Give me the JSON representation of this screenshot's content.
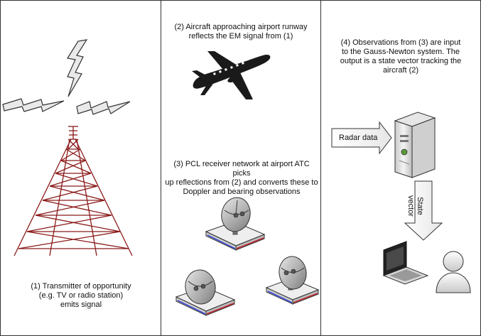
{
  "panel1": {
    "caption": [
      "(1) Transmitter of opportunity",
      "(e.g. TV or radio station)",
      "emits signal"
    ]
  },
  "panel2": {
    "top_caption": [
      "(2) Aircraft approaching airport runway",
      "reflects the EM signal from (1)"
    ],
    "bottom_caption": [
      "(3) PCL receiver network at airport ATC picks",
      "up reflections from (2) and converts these to",
      "Doppler and bearing observations"
    ]
  },
  "panel3": {
    "caption": [
      "(4) Observations from (3) are input",
      "to the Gauss-Newton system. The",
      "output is a state vector tracking the",
      "aircraft (2)"
    ],
    "radar_arrow_label": "Radar data",
    "state_arrow_label": [
      "State",
      "vector"
    ]
  },
  "colors": {
    "tower": "#8b1a1a",
    "dish_blue": "#2a3bd6",
    "dish_red": "#c0202a",
    "border": "#333333"
  },
  "icons": [
    "lightning-icon",
    "tower-icon",
    "airplane-icon",
    "satellite-dish-icon",
    "server-icon",
    "laptop-icon",
    "user-icon"
  ]
}
